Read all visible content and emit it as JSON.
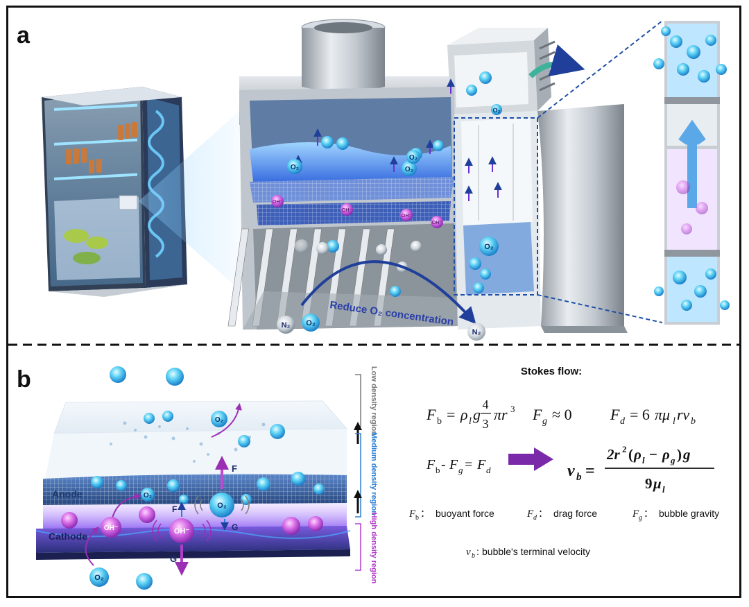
{
  "panel_a": {
    "label": "a",
    "bubble_o2": "O₂",
    "bubble_oh": "OH⁻",
    "bubble_n2": "N₂",
    "reduce_text": "Reduce O₂ concentration",
    "inlet_n2": "N₂",
    "inlet_o2": "O₂",
    "outlet_n2": "N₂"
  },
  "panel_b": {
    "label": "b",
    "anode": "Anode",
    "cathode": "Cathode",
    "o2_top": "O₂",
    "o2_anode": "O₂",
    "o2_center": "O₂",
    "o2_bottom": "O₂",
    "oh_left": "OH⁻",
    "oh_center": "OH⁻",
    "force_F_up": "F",
    "force_F_small": "F",
    "force_G_small": "G",
    "force_G_down": "G",
    "regions": {
      "low": "Low density region",
      "medium": "Medium density region",
      "high": "High density region"
    },
    "colors": {
      "low": "#7a7a7a",
      "medium": "#2b7fd4",
      "high": "#b03cc8",
      "arrow": "#7a2aa8"
    },
    "stokes": {
      "title": "Stokes flow:",
      "def_fb_sym": "F",
      "def_fb_sub": "b",
      "def_fb": "buoyant force",
      "def_fd_sym": "F",
      "def_fd_sub": "d",
      "def_fd": "drag force",
      "def_fg_sym": "F",
      "def_fg_sub": "g",
      "def_fg": "bubble gravity",
      "def_vb_sym": "v",
      "def_vb_sub": "b",
      "def_vb": "bubble's terminal velocity"
    }
  }
}
